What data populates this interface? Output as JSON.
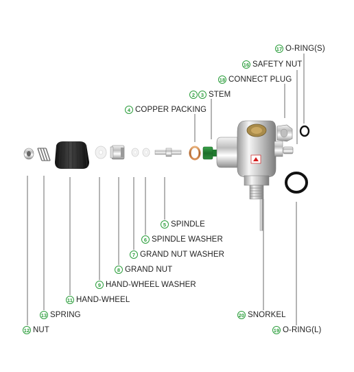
{
  "colors": {
    "accent": "#2a9d3a",
    "line": "#444444",
    "text": "#222222"
  },
  "parts": [
    {
      "id": "nut",
      "number": "12",
      "label": "NUT"
    },
    {
      "id": "spring",
      "number": "13",
      "label": "SPRING"
    },
    {
      "id": "hand-wheel",
      "number": "11",
      "label": "HAND-WHEEL"
    },
    {
      "id": "hand-wheel-washer",
      "number": "9",
      "label": "HAND-WHEEL WASHER"
    },
    {
      "id": "grand-nut",
      "number": "8",
      "label": "GRAND NUT"
    },
    {
      "id": "grand-nut-washer",
      "number": "7",
      "label": "GRAND NUT WASHER"
    },
    {
      "id": "spindle-washer",
      "number": "6",
      "label": "SPINDLE WASHER"
    },
    {
      "id": "spindle",
      "number": "5",
      "label": "SPINDLE"
    },
    {
      "id": "copper-packing",
      "number": "4",
      "label": "COPPER PACKING"
    },
    {
      "id": "stem",
      "number": "2",
      "number2": "3",
      "label": "STEM"
    },
    {
      "id": "connect-plug",
      "number": "18",
      "label": "CONNECT PLUG"
    },
    {
      "id": "safety-nut",
      "number": "16",
      "label": "SAFETY NUT"
    },
    {
      "id": "o-ring-s",
      "number": "17",
      "label": "O-RING(S)"
    },
    {
      "id": "snorkel",
      "number": "20",
      "label": "SNORKEL"
    },
    {
      "id": "o-ring-l",
      "number": "19",
      "label": "O-RING(L)"
    }
  ]
}
